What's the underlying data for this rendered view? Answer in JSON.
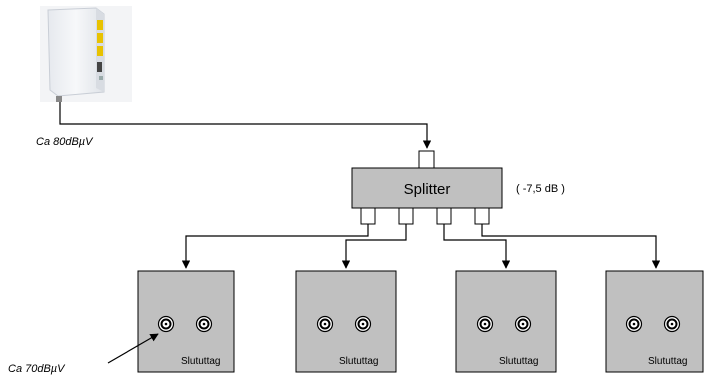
{
  "source_label": "Ca 80dBµV",
  "splitter": {
    "label": "Splitter",
    "attenuation": "( -7,5 dB )"
  },
  "outlet_level_label": "Ca 70dBµV",
  "outlets": [
    {
      "label": "Slututtag"
    },
    {
      "label": "Slututtag"
    },
    {
      "label": "Slututtag"
    },
    {
      "label": "Slututtag"
    }
  ],
  "colors": {
    "box_fill": "#c0c0c0",
    "line": "#000000",
    "device_body": "#f2f4f7",
    "port_yellow": "#e8c200"
  },
  "icons": {
    "router": "router-device-icon",
    "coax_socket": "coax-socket-icon"
  }
}
